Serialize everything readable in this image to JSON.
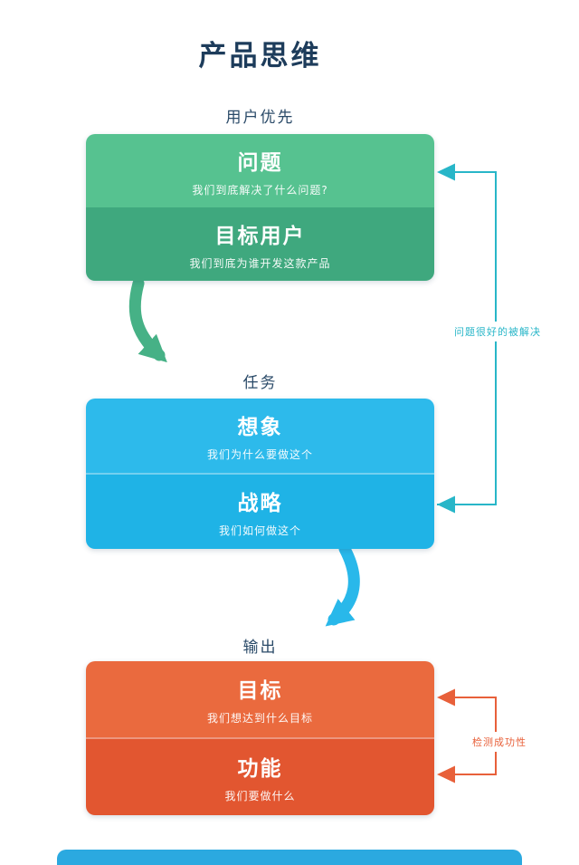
{
  "title": "产品思维",
  "stages": [
    {
      "label": "用户优先",
      "rows": [
        {
          "heading": "问题",
          "subtitle": "我们到底解决了什么问题?"
        },
        {
          "heading": "目标用户",
          "subtitle": "我们到底为谁开发这款产品"
        }
      ]
    },
    {
      "label": "任务",
      "rows": [
        {
          "heading": "想象",
          "subtitle": "我们为什么要做这个"
        },
        {
          "heading": "战略",
          "subtitle": "我们如何做这个"
        }
      ]
    },
    {
      "label": "输出",
      "rows": [
        {
          "heading": "目标",
          "subtitle": "我们想达到什么目标"
        },
        {
          "heading": "功能",
          "subtitle": "我们要做什么"
        }
      ]
    }
  ],
  "annotations": {
    "feedback": "问题很好的被解决",
    "success_check": "检测成功性"
  },
  "colors": {
    "title": "#1d3c5b",
    "green_top": "#56c290",
    "green_bottom": "#3fa87e",
    "green_arrow": "#46b186",
    "blue": "#29b8ea",
    "orange": "#e8603a",
    "teal_connector": "#28b6c8",
    "footer_bar": "#2ba9e0"
  }
}
